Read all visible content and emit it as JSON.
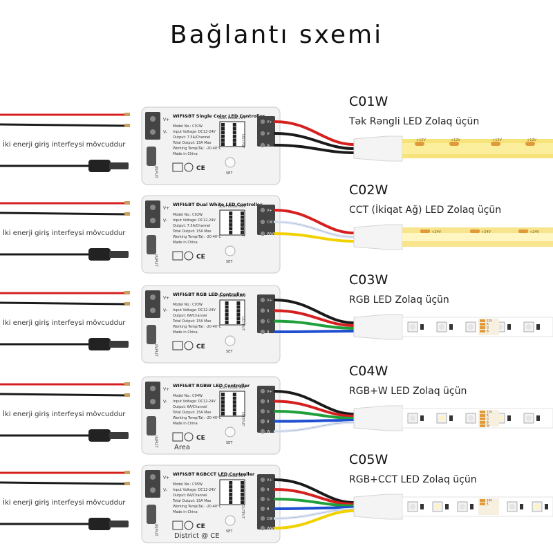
{
  "title": "Bağlantı sxemi",
  "input_note": "İki enerji giriş interfeysi mövcuddur",
  "controllers": [
    {
      "code": "C01W",
      "description": "Tək Rəngli LED Zolaq üçün",
      "box_title": "WIFI&BT Single Color LED Controller",
      "model_no": "Model No.: C01W",
      "input_voltage": "Input Voltage: DC12-24V",
      "output": "Output: 7.5A/Channel",
      "total_output": "Total Output: 15A Max",
      "working_temp": "Working Temp(Ta): -20-40°C",
      "made_in": "Made in China",
      "scan_label": "Scan install APP",
      "terminals": [
        "V+",
        "V-",
        "V-"
      ],
      "wires": [
        "#d62020",
        "#1a1a1a",
        "#1a1a1a"
      ],
      "strip": "cob-warm",
      "strip_labels": [
        "+12V",
        "+12V",
        "+12V",
        "+12V"
      ]
    },
    {
      "code": "C02W",
      "description": "CCT (İkiqat Ağ) LED Zolaq üçün",
      "box_title": "WIFI&BT Dual White LED Controller",
      "model_no": "Model No.: C02W",
      "input_voltage": "Input Voltage: DC12-24V",
      "output": "Output: 7.5A/Channel",
      "total_output": "Total Output: 15A Max",
      "working_temp": "Working Temp(Ta): -20-40°C",
      "made_in": "Made in China",
      "scan_label": "Scan install APP",
      "terminals": [
        "V+",
        "CW",
        "WW"
      ],
      "wires": [
        "#d62020",
        "#dde6f5",
        "#f2d100"
      ],
      "strip": "cob-cct",
      "strip_labels": [
        "+24V",
        "+24V",
        "+24V"
      ]
    },
    {
      "code": "C03W",
      "description": "RGB LED Zolaq üçün",
      "box_title": "WIFI&BT RGB LED Controller",
      "model_no": "Model No.: C03W",
      "input_voltage": "Input Voltage: DC12-24V",
      "output": "Output: 6A/Channel",
      "total_output": "Total Output: 15A Max",
      "working_temp": "Working Temp(Ta): -20-40°C",
      "made_in": "Made in China",
      "scan_label": "Scan install APP",
      "terminals": [
        "V+",
        "R",
        "G",
        "B"
      ],
      "wires": [
        "#1a1a1a",
        "#d62020",
        "#1fa03a",
        "#1e4fd0"
      ],
      "strip": "rgb",
      "strip_labels": [
        "12V",
        "R",
        "G",
        "B"
      ]
    },
    {
      "code": "C04W",
      "description": "RGB+W LED Zolaq üçün",
      "box_title": "WIFI&BT RGBW LED Controller",
      "model_no": "Model No.: C04W",
      "input_voltage": "Input Voltage: DC12-24V",
      "output": "Output: 6A/Channel",
      "total_output": "Total Output: 15A Max",
      "working_temp": "Working Temp(Ta): -20-40°C",
      "made_in": "Made in China",
      "scan_label": "Scan install APP",
      "brand_mark": "Area",
      "terminals": [
        "V+",
        "R",
        "G",
        "B",
        "W"
      ],
      "wires": [
        "#1a1a1a",
        "#d62020",
        "#1fa03a",
        "#1e4fd0",
        "#dde6f5"
      ],
      "strip": "rgbw",
      "strip_labels": [
        "12V",
        "R",
        "G",
        "B",
        "W"
      ]
    },
    {
      "code": "C05W",
      "description": "RGB+CCT LED Zolaq üçün",
      "box_title": "WIFI&BT RGBCCT LED Controller",
      "model_no": "Model No.: C05W",
      "input_voltage": "Input Voltage: DC12-24V",
      "output": "Output: 6A/Channel",
      "total_output": "Total Output: 15A Max",
      "working_temp": "Working Temp(Ta): -20-40°C",
      "made_in": "Made in China",
      "scan_label": "Scan install APP",
      "brand_mark": "District @ CE",
      "terminals": [
        "V+",
        "R",
        "G",
        "B",
        "CW",
        "WW"
      ],
      "wires": [
        "#1a1a1a",
        "#d62020",
        "#1fa03a",
        "#1e4fd0",
        "#dde6f5",
        "#f2d100"
      ],
      "strip": "rgbcct",
      "strip_labels": [
        "24V",
        "S"
      ]
    }
  ],
  "box_labels": {
    "input": "INPUT",
    "output": "OUTPUT",
    "set": "SET",
    "vplus": "V+",
    "vminus": "V-"
  }
}
